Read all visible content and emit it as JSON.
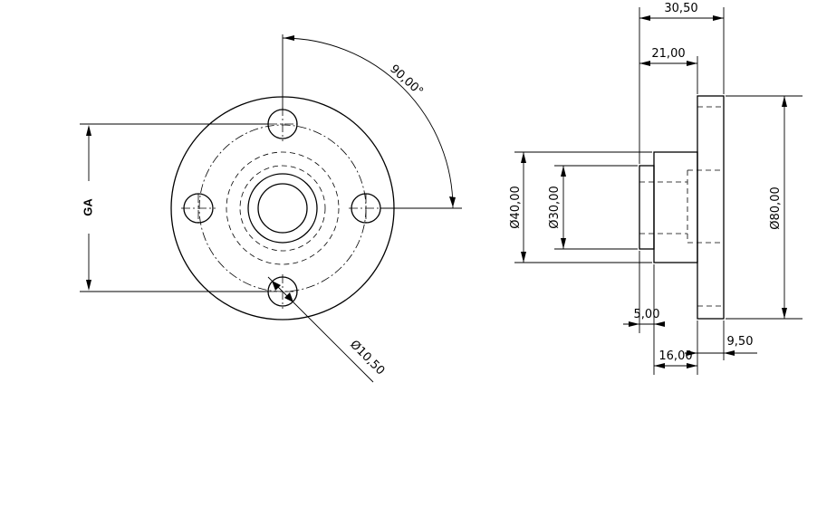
{
  "front_view": {
    "angle_label": "90,00°",
    "hole_dia_label": "Ø10,50",
    "pitch_label": "GA"
  },
  "side_view": {
    "dim_total_length": "30,50",
    "dim_hub_length": "21,00",
    "dim_flange_dia": "Ø80,00",
    "dim_hub_dia": "Ø40,00",
    "dim_bore_dia": "Ø30,00",
    "dim_step_length": "5,00",
    "dim_hub_body_length": "16,00",
    "dim_flange_thickness": "9,50"
  }
}
